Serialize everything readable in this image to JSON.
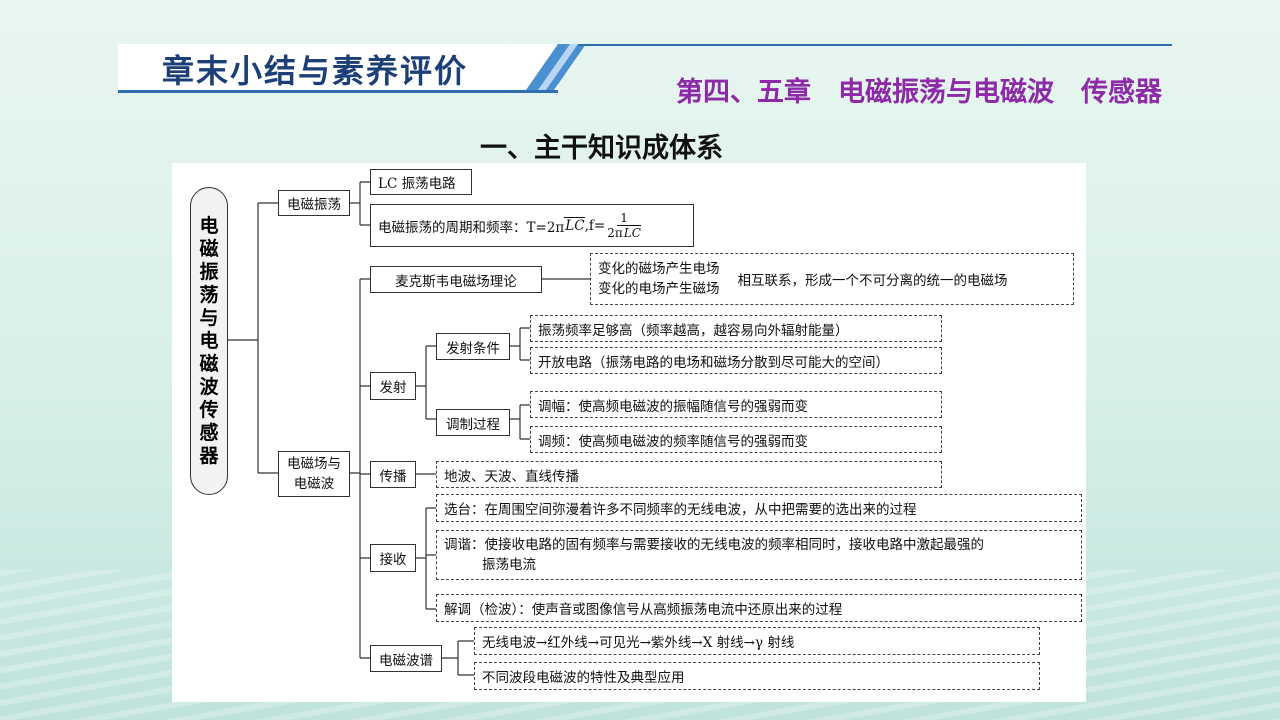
{
  "banner": {
    "title": "章末小结与素养评价",
    "chapter": "第四、五章　电磁振荡与电磁波　传感器"
  },
  "section_title": "一、主干知识成体系",
  "root": "电磁振荡与电磁波　传感器",
  "oscillation": {
    "label": "电磁振荡",
    "lc_circuit": "LC 振荡电路",
    "period_prefix": "电磁振荡的周期和频率：T=2π",
    "period_sqrt": "LC",
    "period_mid": ",f=",
    "freq_num": "1",
    "freq_den_prefix": "2π",
    "freq_den_sqrt": "LC"
  },
  "field_wave": {
    "label_line1": "电磁场与",
    "label_line2": "电磁波",
    "maxwell": "麦克斯韦电磁场理论",
    "maxwell_line1": "变化的磁场产生电场",
    "maxwell_line2": "变化的电场产生磁场",
    "maxwell_result": "相互联系，形成一个不可分离的统一的电磁场",
    "emission": "发射",
    "emission_condition": "发射条件",
    "cond1": "振荡频率足够高（频率越高，越容易向外辐射能量）",
    "cond2": "开放电路（振荡电路的电场和磁场分散到尽可能大的空间）",
    "modulation": "调制过程",
    "mod1": "调幅：使高频电磁波的振幅随信号的强弱而变",
    "mod2": "调频：使高频电磁波的频率随信号的强弱而变",
    "propagation": "传播",
    "prop1": "地波、天波、直线传播",
    "reception": "接收",
    "rec1": "选台：在周围空间弥漫着许多不同频率的无线电波，从中把需要的选出来的过程",
    "rec2_line1": "调谐：使接收电路的固有频率与需要接收的无线电波的频率相同时，接收电路中激起最强的",
    "rec2_line2": "振荡电流",
    "rec3": "解调（检波）：使声音或图像信号从高频振荡电流中还原出来的过程",
    "spectrum": "电磁波谱",
    "spec1": "无线电波→红外线→可见光→紫外线→X 射线→γ 射线",
    "spec2": "不同波段电磁波的特性及典型应用"
  }
}
